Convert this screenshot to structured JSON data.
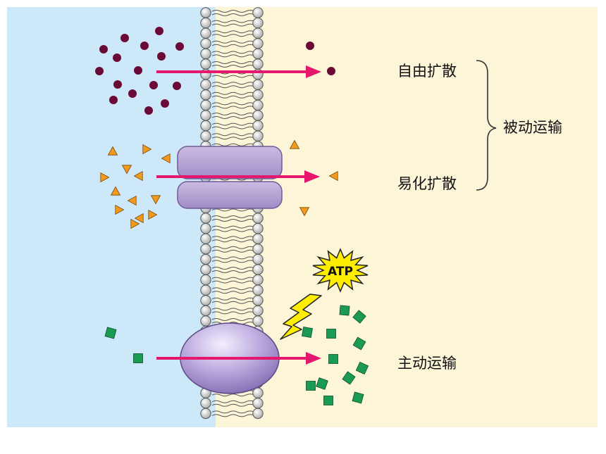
{
  "labels": {
    "simple_diffusion": "自由扩散",
    "facilitated_diffusion": "易化扩散",
    "passive_transport": "被动运输",
    "active_transport": "主动运输",
    "atp": "ATP"
  },
  "colors": {
    "outside": "#cde9f9",
    "inside": "#fdf5d8",
    "arrow": "#e6186e",
    "molecule_dot": "#6b0a36",
    "molecule_triangle": "#f29a1f",
    "molecule_square": "#1a9a52",
    "channel_protein": "#b9a6d4",
    "carrier_protein": "#b49ed6",
    "phospholipid_head": "#c9c9c9",
    "atp_burst": "#ffee00"
  },
  "icons": {
    "dot_molecule": "circle-molecule-icon",
    "triangle_molecule": "triangle-molecule-icon",
    "square_molecule": "square-molecule-icon",
    "atp_burst": "atp-starburst-icon",
    "energy_bolt": "lightning-bolt-icon"
  }
}
